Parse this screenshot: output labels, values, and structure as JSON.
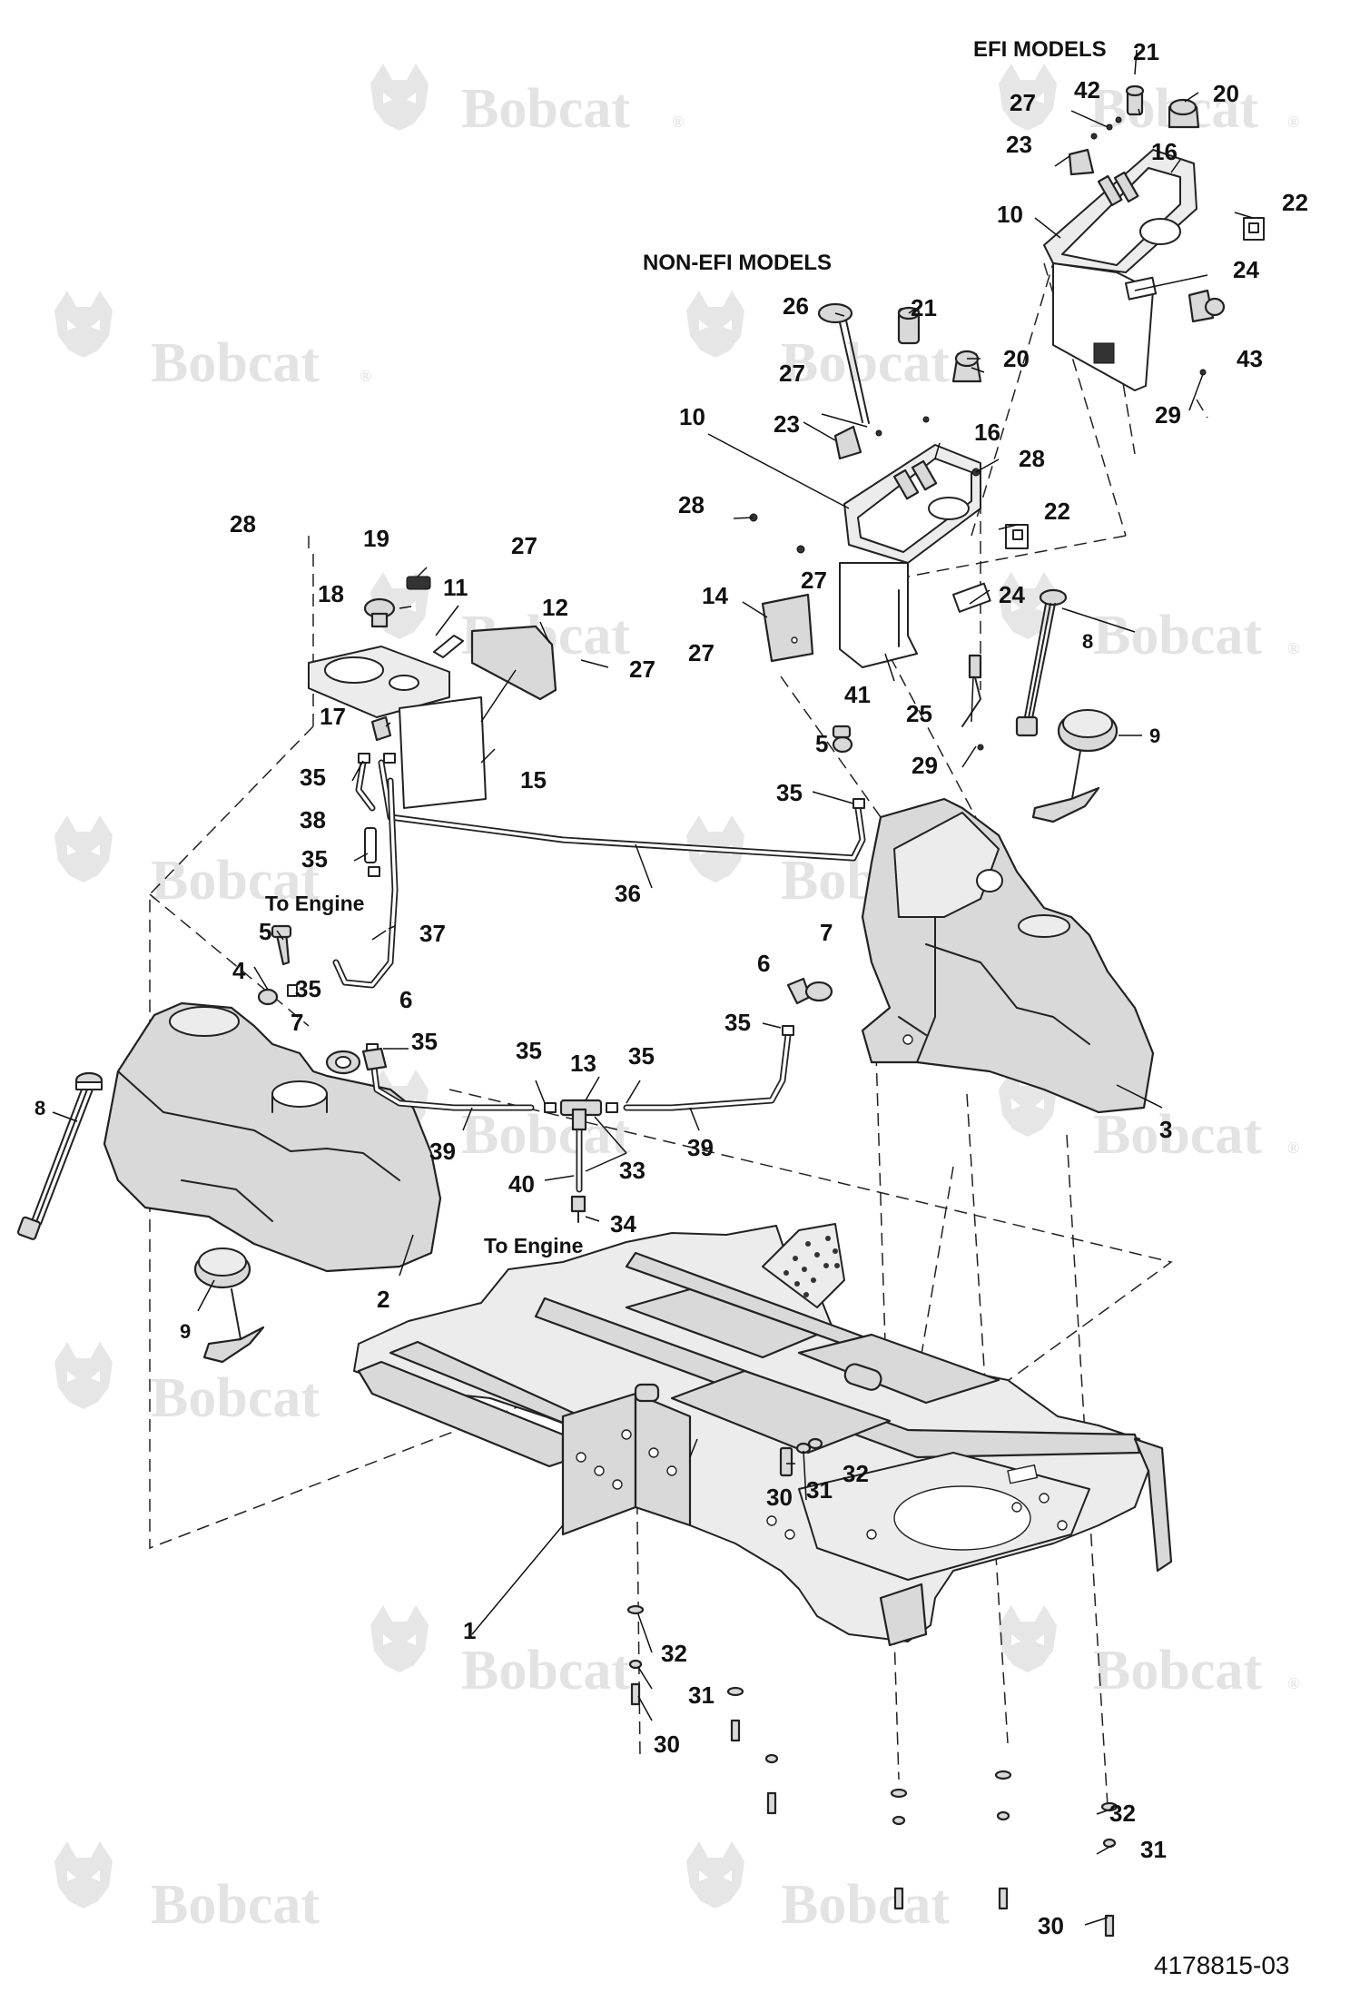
{
  "headings": {
    "efi": "EFI MODELS",
    "non_efi": "NON-EFI MODELS"
  },
  "notes": {
    "to_engine_left": "To Engine",
    "to_engine_center": "To Engine"
  },
  "watermark": {
    "text": "Bobcat",
    "mark": "®",
    "color": "#e3e3e3"
  },
  "drawing_number": "4178815-03",
  "callouts": {
    "c1": "1",
    "c2": "2",
    "c3": "3",
    "c4": "4",
    "c5a": "5",
    "c5b": "5",
    "c6a": "6",
    "c6b": "6",
    "c7a": "7",
    "c7b": "7",
    "c8a": "8",
    "c8b": "8",
    "c9a": "9",
    "c9b": "9",
    "c10a": "10",
    "c10b": "10",
    "c11": "11",
    "c12": "12",
    "c13": "13",
    "c14": "14",
    "c15": "15",
    "c16a": "16",
    "c16b": "16",
    "c17": "17",
    "c18": "18",
    "c19": "19",
    "c20a": "20",
    "c20b": "20",
    "c21a": "21",
    "c21b": "21",
    "c22a": "22",
    "c22b": "22",
    "c23a": "23",
    "c23b": "23",
    "c24a": "24",
    "c24b": "24",
    "c25": "25",
    "c26": "26",
    "c27a": "27",
    "c27b": "27",
    "c27c": "27",
    "c27d": "27",
    "c27e": "27",
    "c27f": "27",
    "c28a": "28",
    "c28b": "28",
    "c28c": "28",
    "c29a": "29",
    "c29b": "29",
    "c30a": "30",
    "c30b": "30",
    "c30c": "30",
    "c31a": "31",
    "c31b": "31",
    "c31c": "31",
    "c32a": "32",
    "c32b": "32",
    "c32c": "32",
    "c33": "33",
    "c34": "34",
    "c35a": "35",
    "c35b": "35",
    "c35c": "35",
    "c35d": "35",
    "c35e": "35",
    "c35f": "35",
    "c35g": "35",
    "c35h": "35",
    "c36": "36",
    "c37": "37",
    "c38": "38",
    "c39a": "39",
    "c39b": "39",
    "c40": "40",
    "c41": "41",
    "c42": "42",
    "c43": "43"
  }
}
